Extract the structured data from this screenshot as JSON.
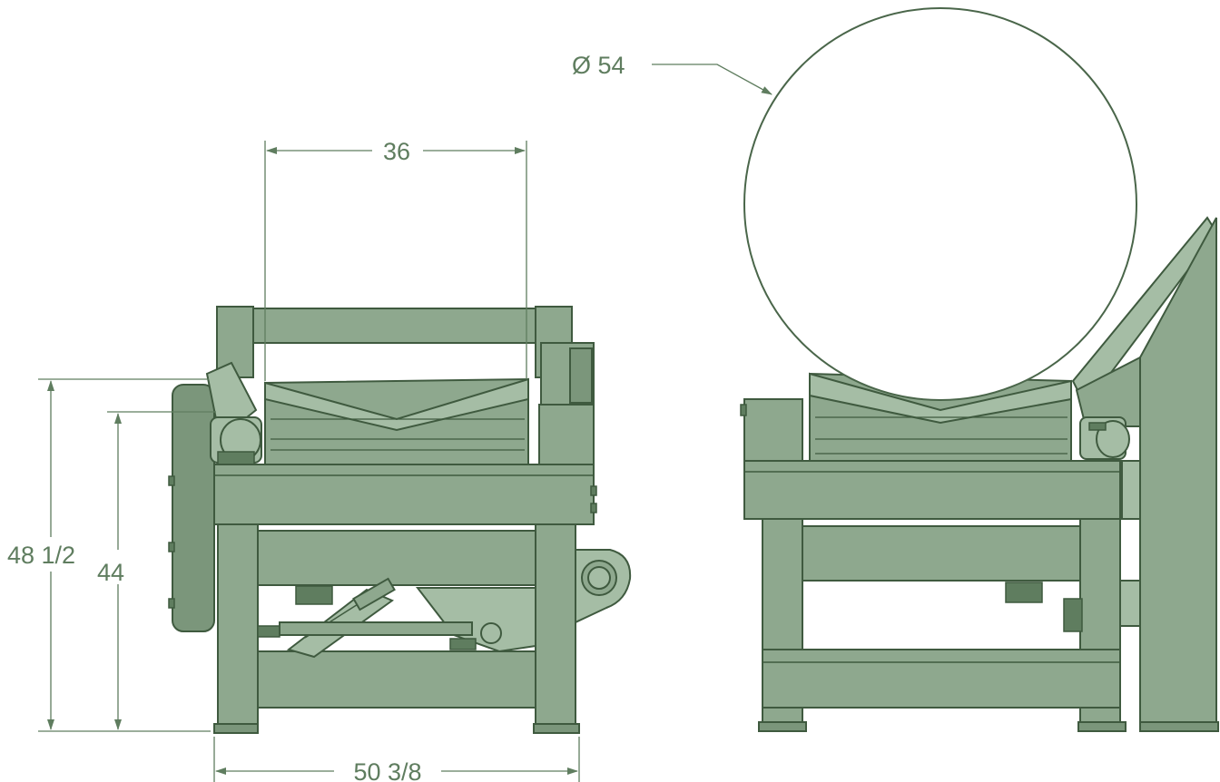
{
  "dimensions": {
    "coil_diameter": "Ø 54",
    "inner_width": "36",
    "overall_height": "48 1/2",
    "table_height": "44",
    "overall_length": "50 3/8"
  }
}
